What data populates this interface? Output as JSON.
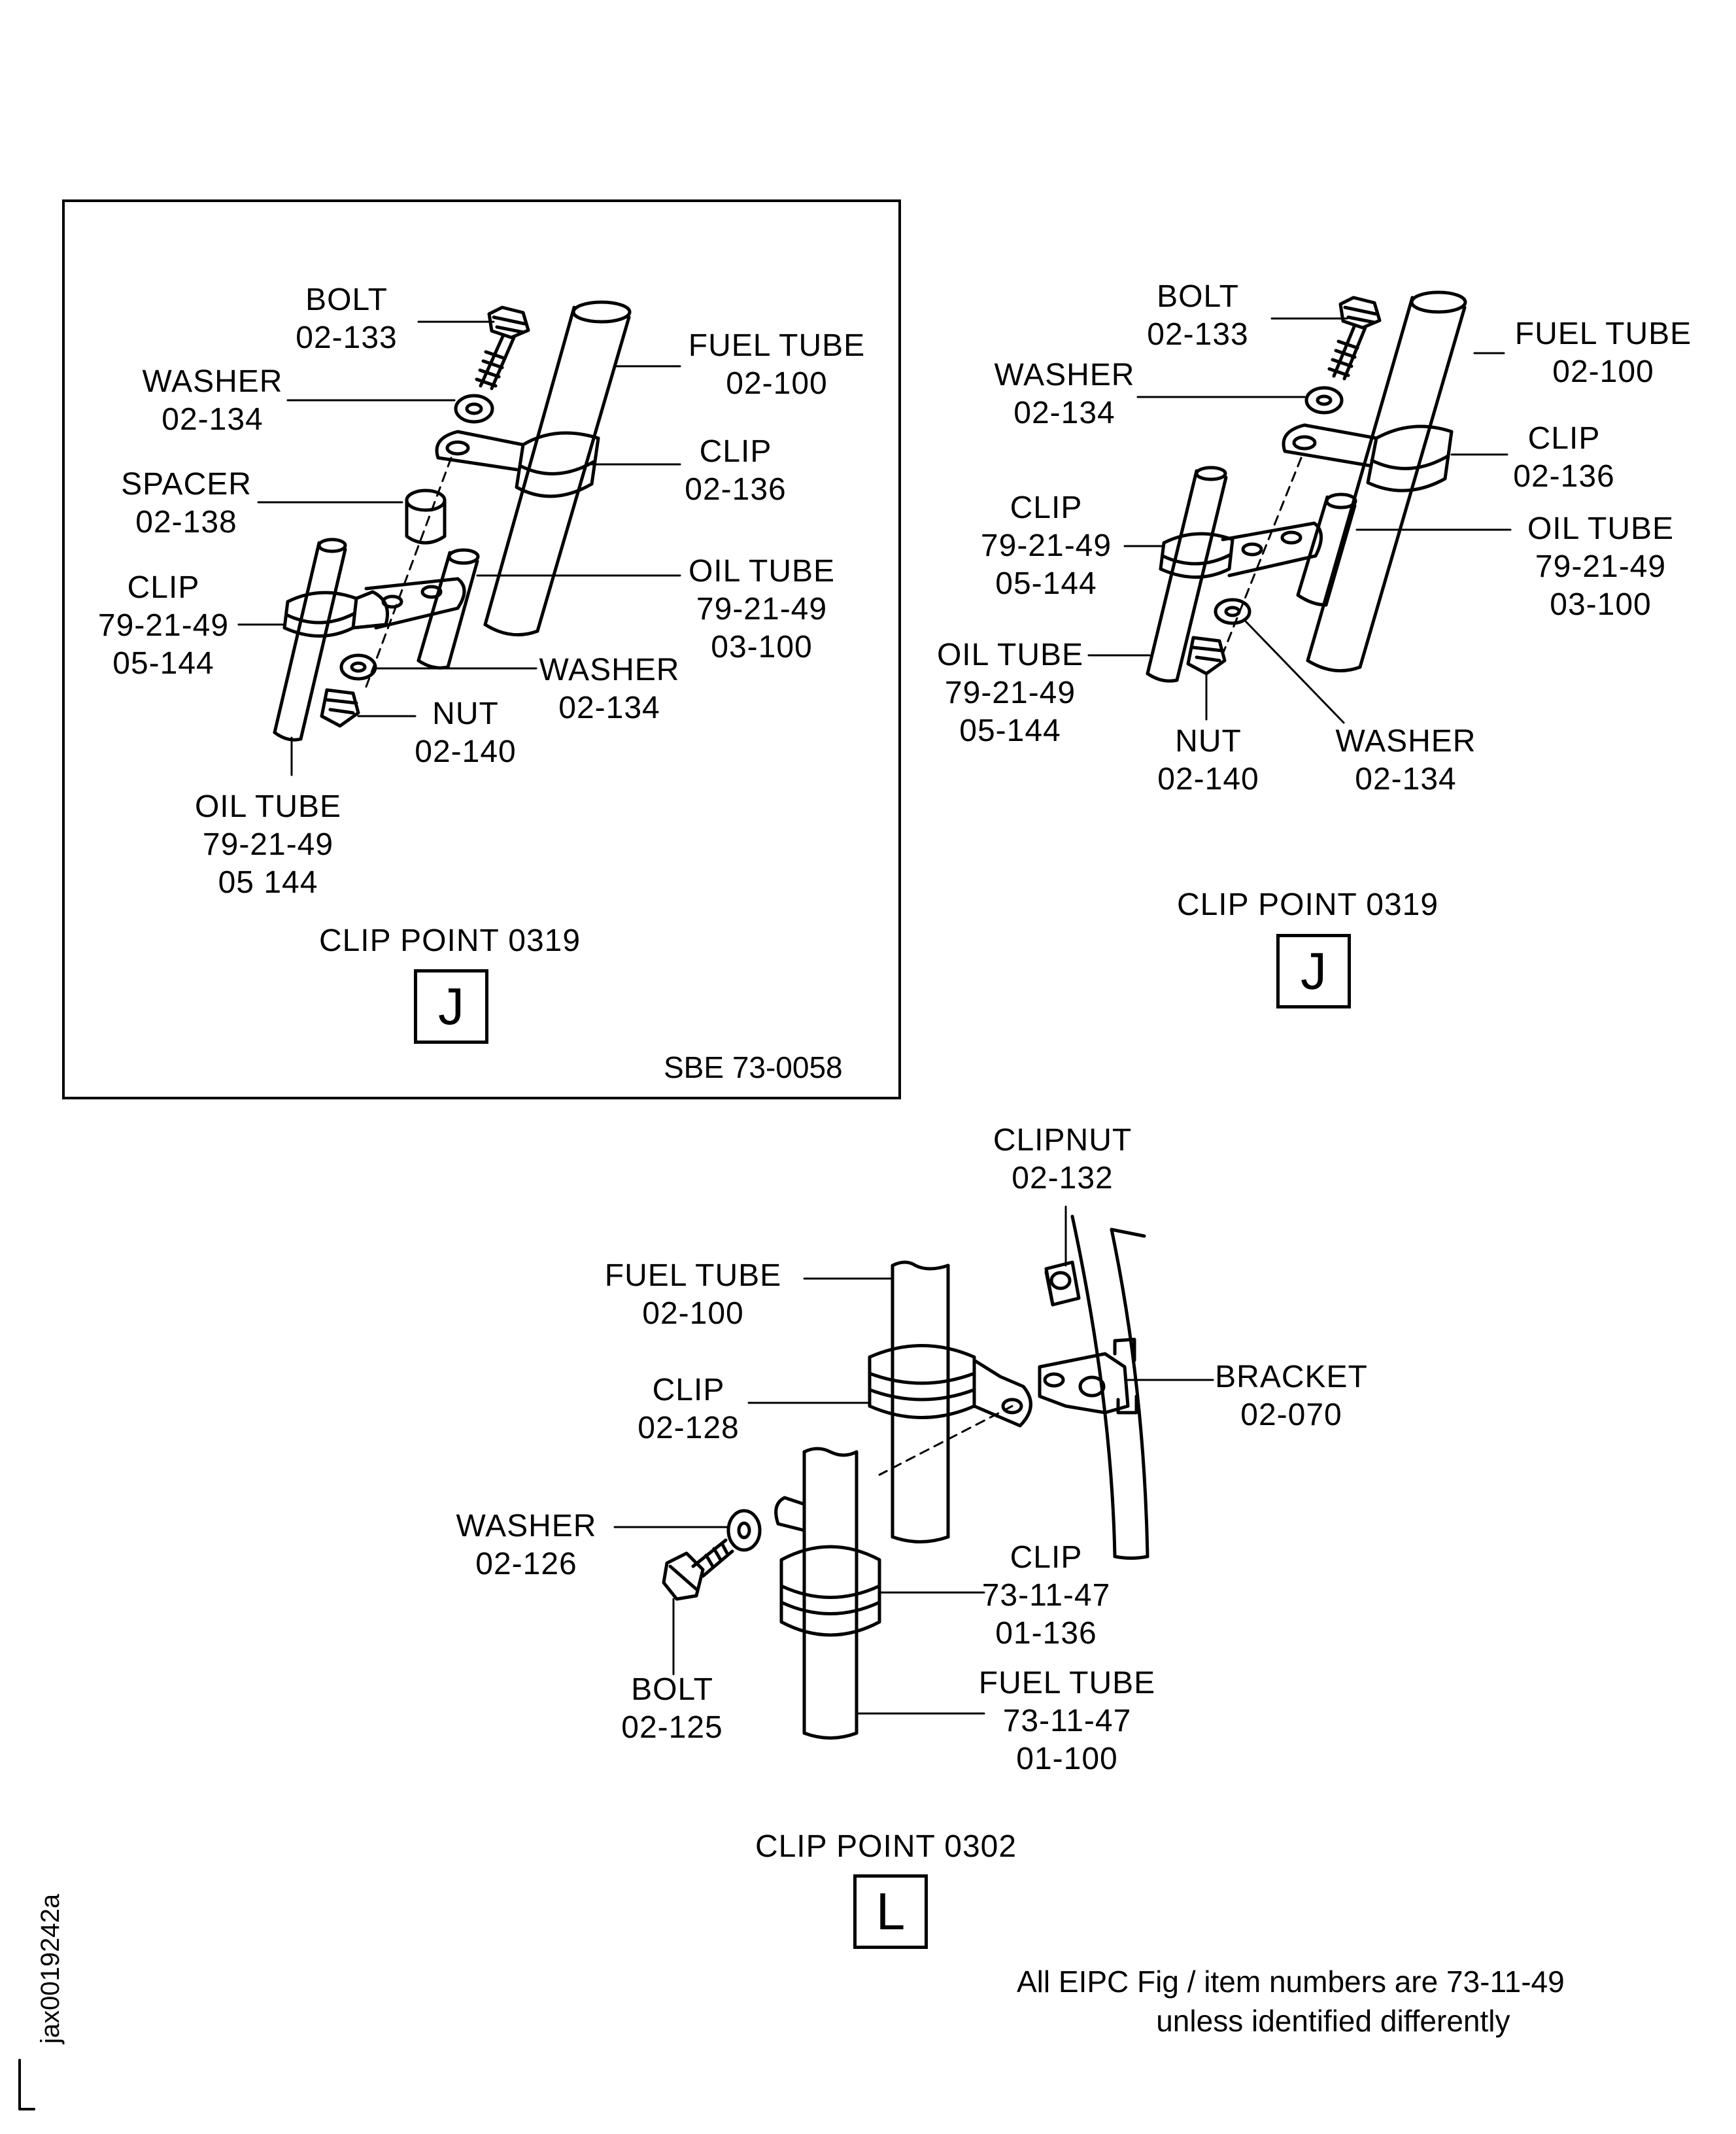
{
  "panel_a": {
    "bolt": {
      "name": "BOLT",
      "num": "02-133"
    },
    "fuel_tube": {
      "name": "FUEL TUBE",
      "num": "02-100"
    },
    "washer_top": {
      "name": "WASHER",
      "num": "02-134"
    },
    "clip_136": {
      "name": "CLIP",
      "num": "02-136"
    },
    "spacer": {
      "name": "SPACER",
      "num": "02-138"
    },
    "oil_tube_right": {
      "name": "OIL TUBE",
      "num1": "79-21-49",
      "num2": "03-100"
    },
    "clip_144": {
      "name": "CLIP",
      "num1": "79-21-49",
      "num2": "05-144"
    },
    "washer_bottom": {
      "name": "WASHER",
      "num": "02-134"
    },
    "nut": {
      "name": "NUT",
      "num": "02-140"
    },
    "oil_tube_left": {
      "name": "OIL TUBE",
      "num1": "79-21-49",
      "num2": "05 144"
    },
    "caption": "CLIP POINT 0319",
    "letter": "J",
    "sbe": "SBE 73-0058"
  },
  "panel_b": {
    "bolt": {
      "name": "BOLT",
      "num": "02-133"
    },
    "fuel_tube": {
      "name": "FUEL TUBE",
      "num": "02-100"
    },
    "washer_top": {
      "name": "WASHER",
      "num": "02-134"
    },
    "clip_136": {
      "name": "CLIP",
      "num": "02-136"
    },
    "clip_144": {
      "name": "CLIP",
      "num1": "79-21-49",
      "num2": "05-144"
    },
    "oil_tube_right": {
      "name": "OIL TUBE",
      "num1": "79-21-49",
      "num2": "03-100"
    },
    "oil_tube_left": {
      "name": "OIL TUBE",
      "num1": "79-21-49",
      "num2": "05-144"
    },
    "nut": {
      "name": "NUT",
      "num": "02-140"
    },
    "washer_bottom": {
      "name": "WASHER",
      "num": "02-134"
    },
    "caption": "CLIP POINT 0319",
    "letter": "J"
  },
  "panel_c": {
    "clipnut": {
      "name": "CLIPNUT",
      "num": "02-132"
    },
    "fuel_tube_top": {
      "name": "FUEL TUBE",
      "num": "02-100"
    },
    "clip_128": {
      "name": "CLIP",
      "num": "02-128"
    },
    "bracket": {
      "name": "BRACKET",
      "num": "02-070"
    },
    "washer": {
      "name": "WASHER",
      "num": "02-126"
    },
    "clip_136": {
      "name": "CLIP",
      "num1": "73-11-47",
      "num2": "01-136"
    },
    "bolt": {
      "name": "BOLT",
      "num": "02-125"
    },
    "fuel_tube_bottom": {
      "name": "FUEL TUBE",
      "num1": "73-11-47",
      "num2": "01-100"
    },
    "caption": "CLIP POINT 0302",
    "letter": "L"
  },
  "footnote": {
    "line1": "All EIPC Fig / item numbers are 73-11-49",
    "line2": "unless identified differently"
  },
  "doc_id": "jax0019242a"
}
